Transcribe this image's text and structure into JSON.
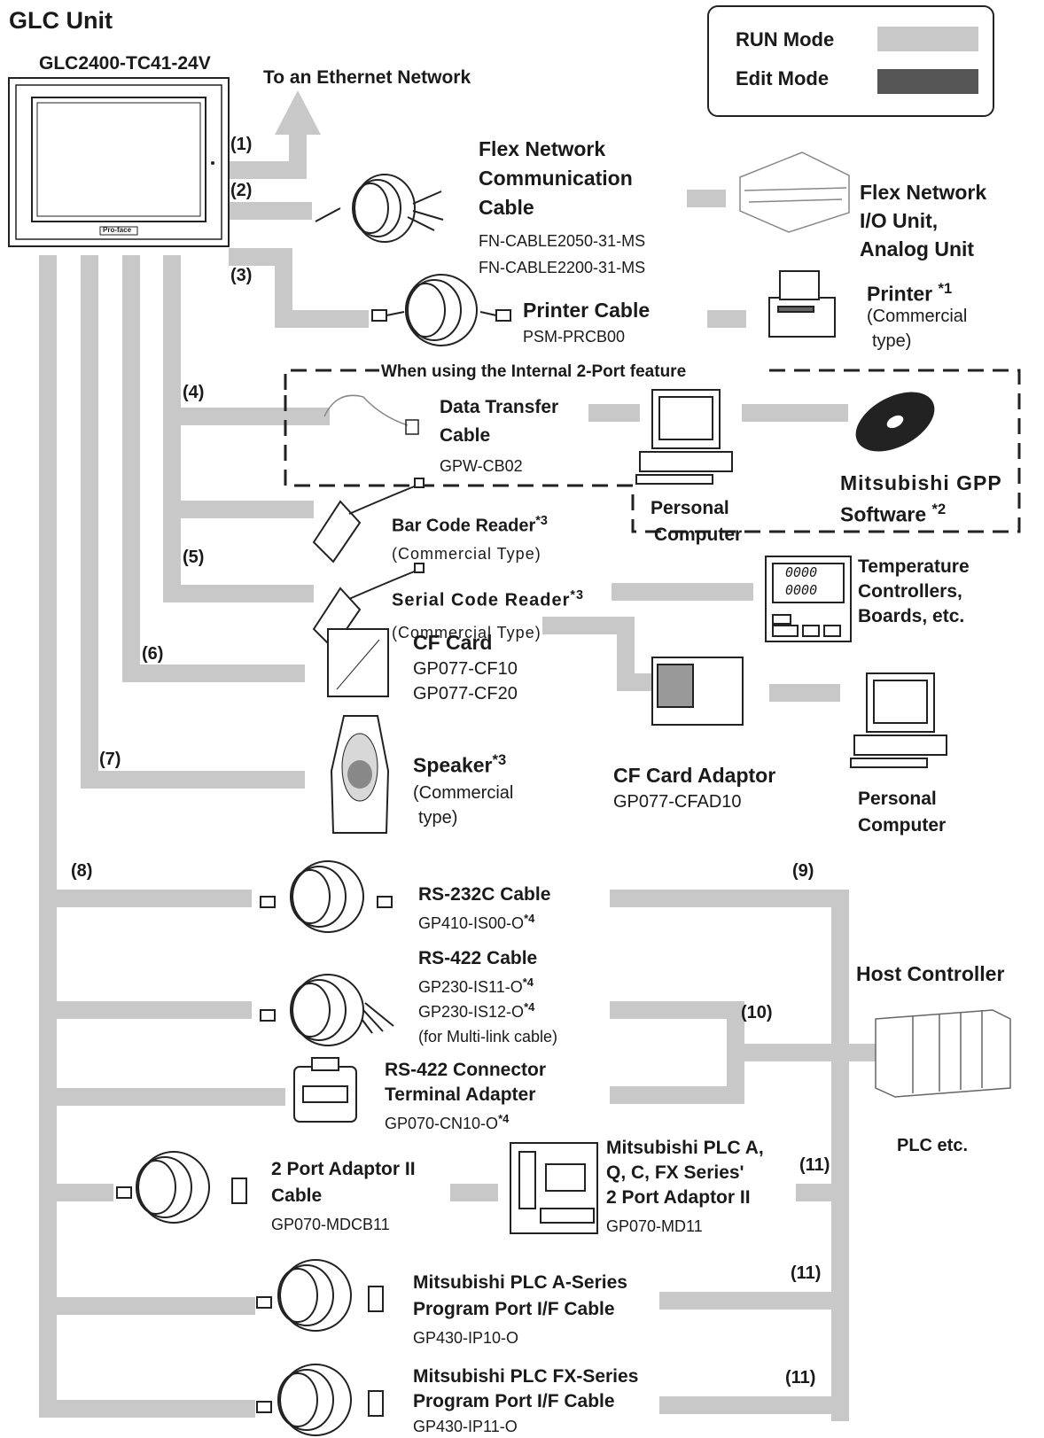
{
  "colors": {
    "run_mode": "#c8c8c8",
    "edit_mode": "#555555",
    "text": "#1a1a1a"
  },
  "unit": {
    "title": "GLC Unit",
    "model": "GLC2400-TC41-24V",
    "logo": "Pro-face"
  },
  "legend": {
    "run": "RUN Mode",
    "edit": "Edit Mode"
  },
  "ethernet": "To an Ethernet Network",
  "ports": {
    "p1": "(1)",
    "p2": "(2)",
    "p3": "(3)",
    "p4": "(4)",
    "p5": "(5)",
    "p6": "(6)",
    "p7": "(7)",
    "p8": "(8)",
    "p9": "(9)",
    "p10": "(10)",
    "p11a": "(11)",
    "p11b": "(11)",
    "p11c": "(11)"
  },
  "flex_cable": {
    "name1": "Flex Network",
    "name2": "Communication",
    "name3": "Cable",
    "pn1": "FN-CABLE2050-31-MS",
    "pn2": "FN-CABLE2200-31-MS"
  },
  "flex_unit": {
    "l1": "Flex Network",
    "l2": "I/O Unit,",
    "l3": "Analog Unit"
  },
  "printer_cable": {
    "name": "Printer Cable",
    "pn": "PSM-PRCB00"
  },
  "printer": {
    "name": "Printer",
    "note": "*1",
    "l2": "(Commercial",
    "l3": "type)"
  },
  "two_port_box": "When using the Internal 2-Port feature",
  "data_transfer": {
    "l1": "Data Transfer",
    "l2": "Cable",
    "pn": "GPW-CB02"
  },
  "pc1": {
    "l1": "Personal",
    "l2": "Computer"
  },
  "gpp": {
    "l1": "Mitsubishi GPP",
    "l2": "Software",
    "note": "*2"
  },
  "barcode": {
    "name": "Bar Code Reader",
    "note": "*3",
    "type": "(Commercial Type)"
  },
  "serialcode": {
    "name": "Serial Code Reader",
    "note": "*3",
    "type": "(Commercial Type)"
  },
  "temp": {
    "l1": "Temperature",
    "l2": "Controllers,",
    "l3": "Boards, etc.",
    "display": "0000"
  },
  "cf_card": {
    "name": "CF Card",
    "pn1": "GP077-CF10",
    "pn2": "GP077-CF20"
  },
  "cf_adaptor": {
    "name": "CF Card Adaptor",
    "pn": "GP077-CFAD10"
  },
  "pc2": {
    "l1": "Personal",
    "l2": "Computer"
  },
  "speaker": {
    "name": "Speaker",
    "note": "*3",
    "l2": "(Commercial",
    "l3": "type)"
  },
  "rs232": {
    "name": "RS-232C Cable",
    "pn": "GP410-IS00-O",
    "note": "*4"
  },
  "rs422": {
    "name": "RS-422 Cable",
    "pn1": "GP230-IS11-O",
    "pn2": "GP230-IS12-O",
    "note": "*4",
    "desc": "(for Multi-link cable)"
  },
  "rs422_adapter": {
    "l1": "RS-422 Connector",
    "l2": "Terminal Adapter",
    "pn": "GP070-CN10-O",
    "note": "*4"
  },
  "host": {
    "name": "Host Controller",
    "sub": "PLC etc."
  },
  "two_port_cable": {
    "l1": "2 Port Adaptor II",
    "l2": "Cable",
    "pn": "GP070-MDCB11"
  },
  "two_port_adaptor": {
    "l1": "Mitsubishi PLC A,",
    "l2": "Q, C, FX Series'",
    "l3": "2 Port Adaptor II",
    "pn": "GP070-MD11"
  },
  "a_series": {
    "l1": "Mitsubishi PLC A-Series",
    "l2": "Program Port I/F Cable",
    "pn": "GP430-IP10-O"
  },
  "fx_series": {
    "l1": "Mitsubishi PLC FX-Series",
    "l2": "Program Port I/F Cable",
    "pn": "GP430-IP11-O"
  }
}
